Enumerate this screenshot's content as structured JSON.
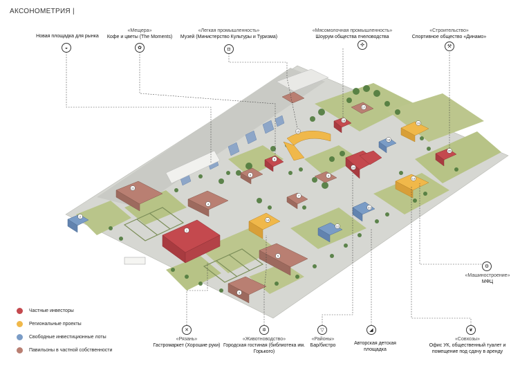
{
  "title": "АКСОНОМЕТРИЯ |",
  "colors": {
    "private": "#c4494e",
    "regional": "#f0b84a",
    "free": "#7a9cc6",
    "pavilion": "#b97f72",
    "grass": "#b9c58a",
    "paving": "#d9dad6"
  },
  "callouts": {
    "market": {
      "category": "",
      "name": "Новая площадка для рынка",
      "icon": "cup-icon"
    },
    "cafe": {
      "category": "«Мещера»",
      "name": "Кофе и цветы (The Moments)",
      "icon": "flower-icon"
    },
    "museum": {
      "category": "«Легкая промышленность»",
      "name": "Музей (Министерство Культуры и Туризма)",
      "icon": "bag-icon"
    },
    "dairy": {
      "category": "«Мясомолочная промышленность»",
      "name": "Шоурум общества пчеловодства",
      "icon": "honeycomb-icon"
    },
    "construction": {
      "category": "«Строительство»",
      "name": "Спортивное общество «Динамо»",
      "icon": "tool-icon"
    },
    "machine": {
      "category": "«Машиностроение»",
      "name": "МФЦ",
      "icon": "gear-icon"
    },
    "ryazan": {
      "category": "«Рязань»",
      "name": "Гастромаркет (Хорошие руки)",
      "icon": "cutlery-icon"
    },
    "livestock": {
      "category": "«Животноводство»",
      "name": "Городская гостиная (библиотека им. Горького)",
      "icon": "book-icon"
    },
    "districts": {
      "category": "«Районы»",
      "name": "Бар/бистро",
      "icon": "glass-icon"
    },
    "playground": {
      "category": "",
      "name": "Авторская детская площадка",
      "icon": "slide-icon"
    },
    "sovkhozy": {
      "category": "«Совхозы»",
      "name": "Офис УК, общественный туалет и помещение под сдачу в аренду",
      "icon": "leaf-icon"
    }
  },
  "legend": [
    {
      "label": "Частные инвесторы",
      "color": "#c4494e"
    },
    {
      "label": "Региональные проекты",
      "color": "#f0b84a"
    },
    {
      "label": "Свободные инвестиционные лоты",
      "color": "#7a9cc6"
    },
    {
      "label": "Павильоны в частной собственности",
      "color": "#b97f72"
    }
  ],
  "building_numbers": [
    "1",
    "2",
    "3",
    "4",
    "5",
    "6",
    "7",
    "8",
    "9",
    "10",
    "11",
    "12",
    "13",
    "14",
    "15",
    "16",
    "17",
    "18",
    "19",
    "20",
    "21",
    "22",
    "23",
    "24",
    "25",
    "26"
  ]
}
